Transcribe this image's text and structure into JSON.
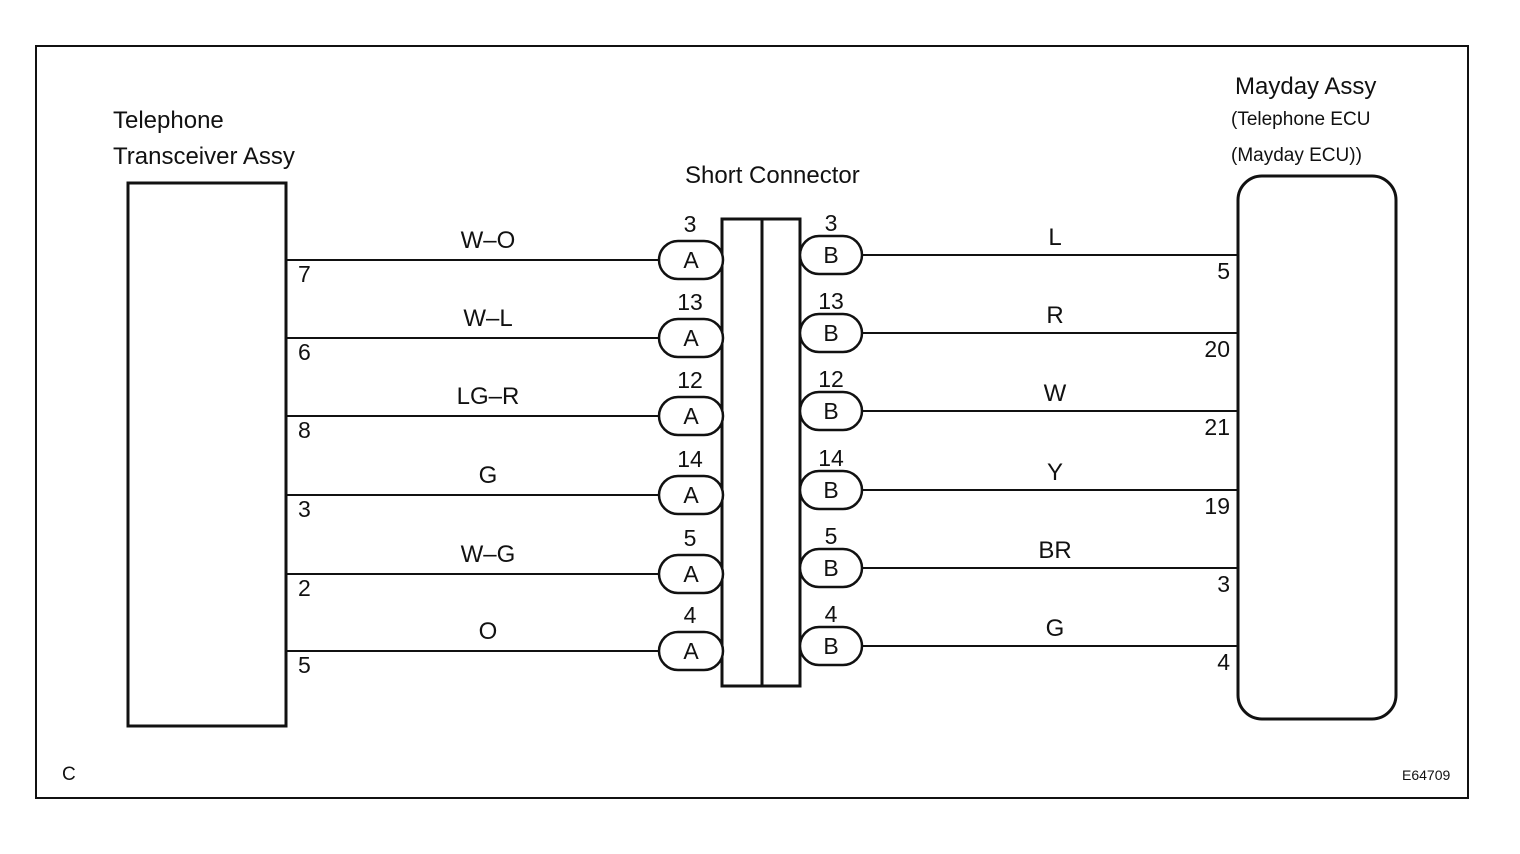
{
  "left_component": {
    "line1": "Telephone",
    "line2": "Transceiver Assy"
  },
  "center_component": {
    "label": "Short Connector"
  },
  "right_component": {
    "line1": "Mayday Assy",
    "line2": "(Telephone ECU",
    "line3": "(Mayday ECU))"
  },
  "corner_label": "C",
  "figure_code": "E64709",
  "circuits": [
    {
      "left_pin": "7",
      "left_wire": "W–O",
      "connector_pin": "3",
      "left_connector": "A",
      "right_connector": "B",
      "right_wire": "L",
      "right_pin": "5"
    },
    {
      "left_pin": "6",
      "left_wire": "W–L",
      "connector_pin": "13",
      "left_connector": "A",
      "right_connector": "B",
      "right_wire": "R",
      "right_pin": "20"
    },
    {
      "left_pin": "8",
      "left_wire": "LG–R",
      "connector_pin": "12",
      "left_connector": "A",
      "right_connector": "B",
      "right_wire": "W",
      "right_pin": "21"
    },
    {
      "left_pin": "3",
      "left_wire": "G",
      "connector_pin": "14",
      "left_connector": "A",
      "right_connector": "B",
      "right_wire": "Y",
      "right_pin": "19"
    },
    {
      "left_pin": "2",
      "left_wire": "W–G",
      "connector_pin": "5",
      "left_connector": "A",
      "right_connector": "B",
      "right_wire": "BR",
      "right_pin": "3"
    },
    {
      "left_pin": "5",
      "left_wire": "O",
      "connector_pin": "4",
      "left_connector": "A",
      "right_connector": "B",
      "right_wire": "G",
      "right_pin": "4"
    }
  ]
}
